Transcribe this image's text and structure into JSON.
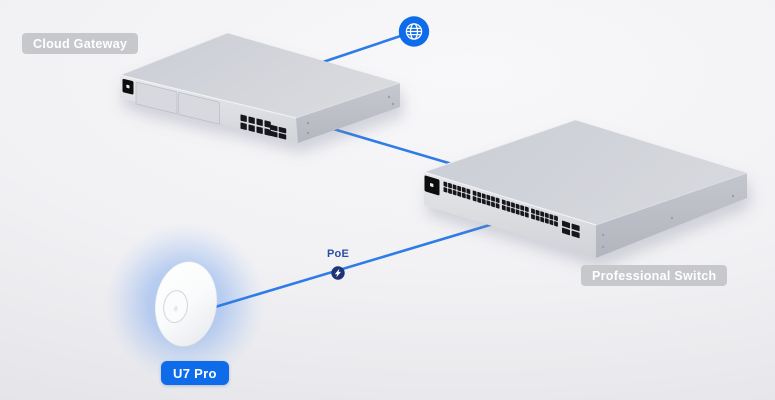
{
  "colors": {
    "brand_blue": "#0e6cea",
    "link_blue": "#2e7ce8",
    "poe_navy": "#1d3375",
    "poe_text_blue": "#2b4da6",
    "badge_gray": "#c7c8cb",
    "badge_text": "#ffffff",
    "device_silver": "#d0d2d9"
  },
  "labels": {
    "gateway": "Cloud Gateway",
    "switch": "Professional Switch",
    "access_point": "U7 Pro",
    "poe": "PoE"
  },
  "devices": {
    "cloud_gateway": {
      "label": "Cloud Gateway",
      "type": "rackmount-gateway",
      "ethernet_ports": 8,
      "io_slots": 4,
      "drive_bays": 2,
      "has_display": true
    },
    "professional_switch": {
      "label": "Professional Switch",
      "type": "rackmount-switch",
      "ethernet_ports": 48,
      "sfp_ports": 4,
      "has_display": true
    },
    "access_point": {
      "label": "U7 Pro",
      "type": "wifi-access-point",
      "glow": true
    }
  },
  "icons": {
    "internet": "globe-icon",
    "poe": "lightning-bolt-icon"
  },
  "connections": [
    {
      "from": "internet",
      "to": "cloud_gateway",
      "label": ""
    },
    {
      "from": "cloud_gateway",
      "to": "professional_switch",
      "label": ""
    },
    {
      "from": "professional_switch",
      "to": "access_point",
      "label": "PoE"
    }
  ]
}
